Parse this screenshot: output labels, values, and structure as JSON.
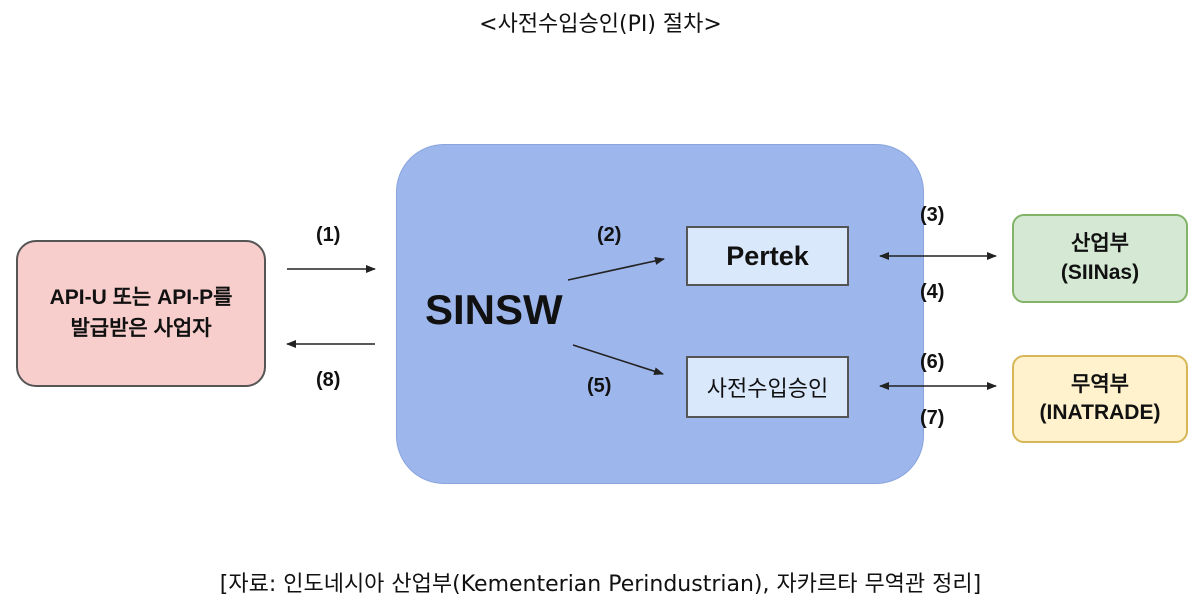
{
  "title": "<사전수입승인(PI) 절차>",
  "source": "[자료: 인도네시아 산업부(Kementerian Perindustrian), 자카르타 무역관 정리]",
  "nodes": {
    "company": {
      "line1": "API-U 또는 API-P를",
      "line2": "발급받은 사업자"
    },
    "sinsw": {
      "label": "SINSW"
    },
    "pertek": {
      "label": "Pertek"
    },
    "pi": {
      "label": "사전수입승인"
    },
    "ministry_industry": {
      "line1": "산업부",
      "line2": "(SIINas)"
    },
    "ministry_trade": {
      "line1": "무역부",
      "line2": "(INATRADE)"
    }
  },
  "steps": {
    "s1": "(1)",
    "s2": "(2)",
    "s3": "(3)",
    "s4": "(4)",
    "s5": "(5)",
    "s6": "(6)",
    "s7": "(7)",
    "s8": "(8)"
  }
}
